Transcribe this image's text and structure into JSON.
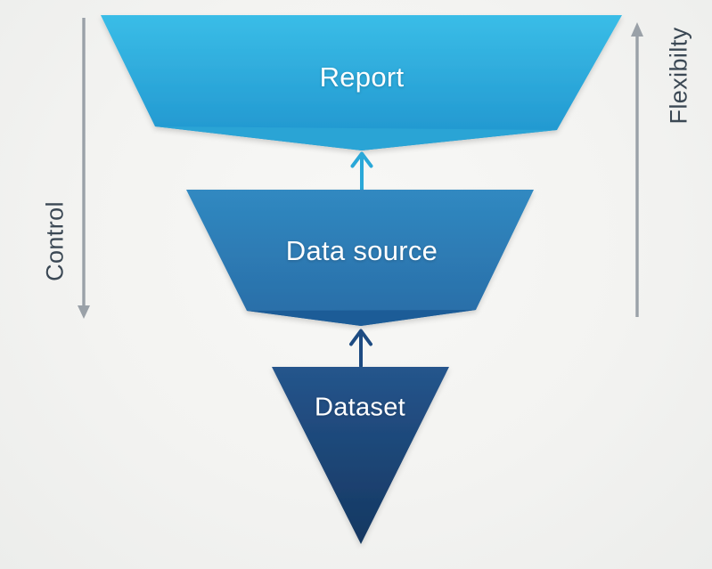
{
  "diagram": {
    "type": "inverted-funnel",
    "layers": [
      {
        "label": "Report",
        "color_top": "#3abde7",
        "color_bottom": "#1f93cd",
        "fold_color": "#2aa4d5"
      },
      {
        "label": "Data source",
        "color_top": "#3089c1",
        "color_bottom": "#2a6ca6",
        "fold_color": "#1e5c97"
      },
      {
        "label": "Dataset",
        "color_top": "#25558c",
        "color_bottom": "#153761"
      }
    ],
    "connectors": [
      {
        "name": "dataset-to-datasource",
        "direction": "up",
        "color": "#1d4b82"
      },
      {
        "name": "datasource-to-report",
        "direction": "up",
        "color": "#2aa8d8"
      }
    ],
    "axes": {
      "left": {
        "label": "Control",
        "arrow_direction": "down"
      },
      "right": {
        "label": "Flexibilty",
        "arrow_direction": "up"
      }
    },
    "colors": {
      "background": "#f3f3f1",
      "axis_arrow": "#9aa1a8",
      "axis_label_text": "#3b4854",
      "layer_label_text": "#ffffff"
    }
  }
}
